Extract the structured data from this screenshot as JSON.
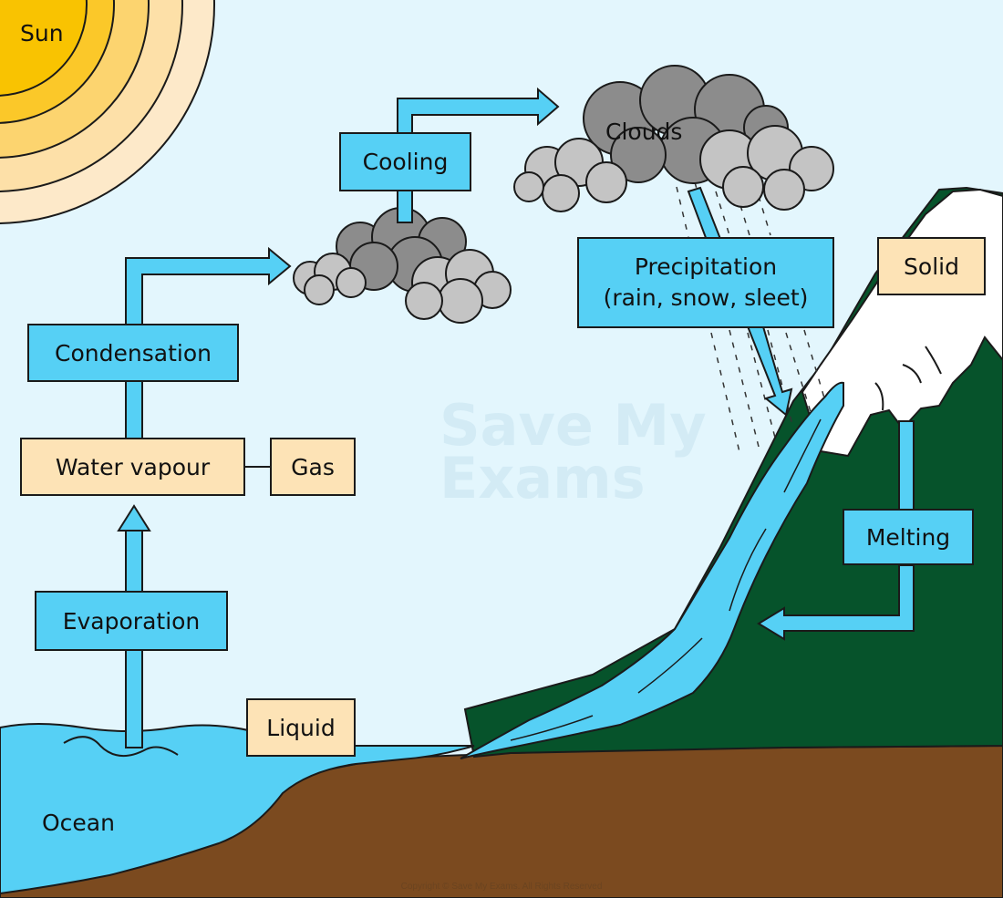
{
  "labels": {
    "sun": "Sun",
    "clouds": "Clouds",
    "cooling": "Cooling",
    "precipitation": "Precipitation",
    "precipitation_types": "(rain, snow, sleet)",
    "solid": "Solid",
    "condensation": "Condensation",
    "water_vapour": "Water vapour",
    "gas": "Gas",
    "melting": "Melting",
    "evaporation": "Evaporation",
    "liquid": "Liquid",
    "ocean": "Ocean"
  },
  "watermark": {
    "line1": "Save My",
    "line2": "Exams"
  },
  "copyright": "Copyright © Save My Exams. All Rights Reserved",
  "colors": {
    "sky": "#e3f6fd",
    "process_box": "#56d0f5",
    "state_box": "#fde3b6",
    "arrow": "#56d0f5",
    "ocean": "#56d0f5",
    "ground": "#7b4a1f",
    "mountain": "#06532b",
    "snow": "#ffffff",
    "sun_core": "#f9c301",
    "cloud_dark": "#8c8c8c",
    "cloud_light": "#c4c4c4"
  }
}
